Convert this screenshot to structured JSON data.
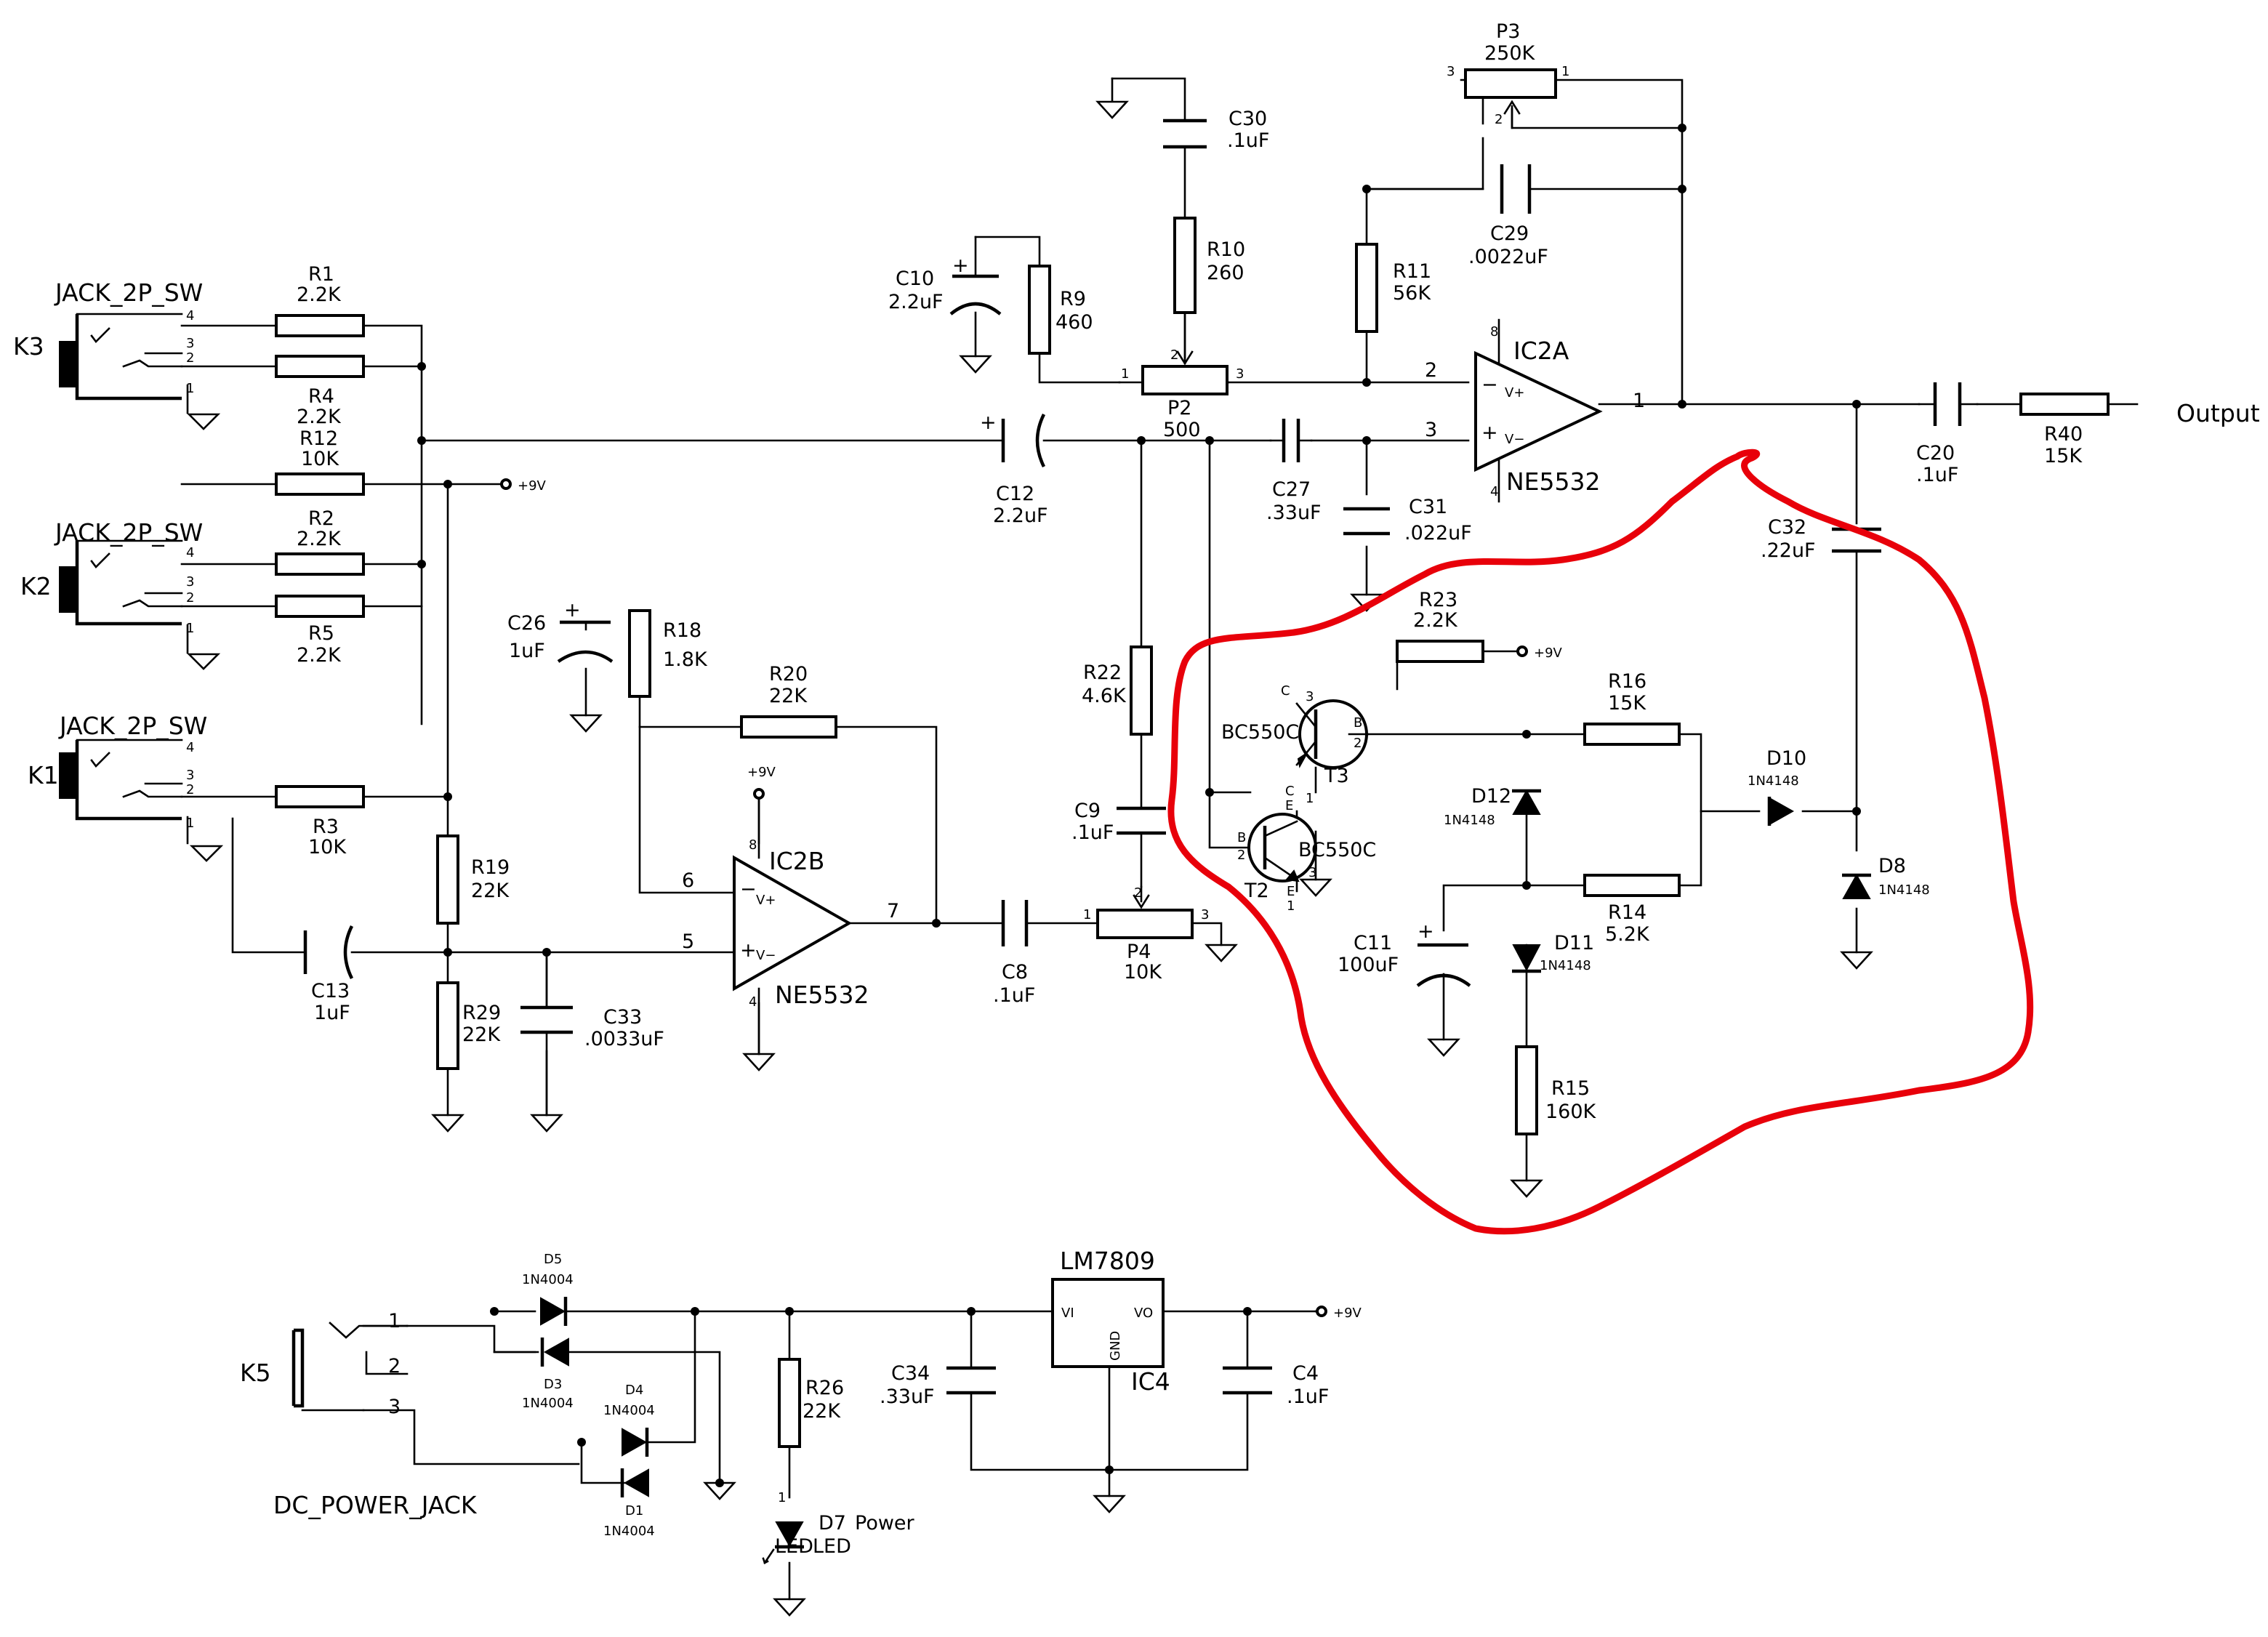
{
  "highlight_color": "#e8000a",
  "connectors": {
    "K1": {
      "ref": "K1",
      "type": "JACK_2P_SW",
      "pins": [
        "4",
        "3",
        "2",
        "1"
      ]
    },
    "K2": {
      "ref": "K2",
      "type": "JACK_2P_SW",
      "pins": [
        "4",
        "3",
        "2",
        "1"
      ]
    },
    "K3": {
      "ref": "K3",
      "type": "JACK_2P_SW",
      "pins": [
        "4",
        "3",
        "2",
        "1"
      ]
    },
    "K5": {
      "ref": "K5",
      "type": "DC_POWER_JACK",
      "pins": [
        "1",
        "2",
        "3"
      ]
    }
  },
  "resistors": {
    "R1": {
      "ref": "R1",
      "value": "2.2K"
    },
    "R2": {
      "ref": "R2",
      "value": "2.2K"
    },
    "R3": {
      "ref": "R3",
      "value": "10K"
    },
    "R4": {
      "ref": "R4",
      "value": "2.2K"
    },
    "R5": {
      "ref": "R5",
      "value": "2.2K"
    },
    "R9": {
      "ref": "R9",
      "value": "460"
    },
    "R10": {
      "ref": "R10",
      "value": "260"
    },
    "R11": {
      "ref": "R11",
      "value": "56K"
    },
    "R12": {
      "ref": "R12",
      "value": "10K"
    },
    "R14": {
      "ref": "R14",
      "value": "5.2K"
    },
    "R15": {
      "ref": "R15",
      "value": "160K"
    },
    "R16": {
      "ref": "R16",
      "value": "15K"
    },
    "R18": {
      "ref": "R18",
      "value": "1.8K"
    },
    "R19": {
      "ref": "R19",
      "value": "22K"
    },
    "R20": {
      "ref": "R20",
      "value": "22K"
    },
    "R22": {
      "ref": "R22",
      "value": "4.6K"
    },
    "R23": {
      "ref": "R23",
      "value": "2.2K"
    },
    "R26": {
      "ref": "R26",
      "value": "22K"
    },
    "R29": {
      "ref": "R29",
      "value": "22K"
    },
    "R40": {
      "ref": "R40",
      "value": "15K"
    }
  },
  "capacitors": {
    "C4": {
      "ref": "C4",
      "value": ".1uF"
    },
    "C8": {
      "ref": "C8",
      "value": ".1uF"
    },
    "C9": {
      "ref": "C9",
      "value": ".1uF"
    },
    "C10": {
      "ref": "C10",
      "value": "2.2uF"
    },
    "C11": {
      "ref": "C11",
      "value": "100uF"
    },
    "C12": {
      "ref": "C12",
      "value": "2.2uF"
    },
    "C13": {
      "ref": "C13",
      "value": "1uF"
    },
    "C20": {
      "ref": "C20",
      "value": ".1uF"
    },
    "C26": {
      "ref": "C26",
      "value": "1uF"
    },
    "C27": {
      "ref": "C27",
      "value": ".33uF"
    },
    "C29": {
      "ref": "C29",
      "value": ".0022uF"
    },
    "C30": {
      "ref": "C30",
      "value": ".1uF"
    },
    "C31": {
      "ref": "C31",
      "value": ".022uF"
    },
    "C32": {
      "ref": "C32",
      "value": ".22uF"
    },
    "C33": {
      "ref": "C33",
      "value": ".0033uF"
    },
    "C34": {
      "ref": "C34",
      "value": ".33uF"
    }
  },
  "pots": {
    "P2": {
      "ref": "P2",
      "value": "500"
    },
    "P3": {
      "ref": "P3",
      "value": "250K"
    },
    "P4": {
      "ref": "P4",
      "value": "10K"
    }
  },
  "diodes": {
    "D1": {
      "ref": "D1",
      "part": "1N4004"
    },
    "D3": {
      "ref": "D3",
      "part": "1N4004"
    },
    "D4": {
      "ref": "D4",
      "part": "1N4004"
    },
    "D5": {
      "ref": "D5",
      "part": "1N4004"
    },
    "D7": {
      "ref": "D7",
      "label": "Power",
      "part": "LED",
      "part2": "LED"
    },
    "D8": {
      "ref": "D8",
      "part": "1N4148"
    },
    "D10": {
      "ref": "D10",
      "part": "1N4148"
    },
    "D11": {
      "ref": "D11",
      "part": "1N4148"
    },
    "D12": {
      "ref": "D12",
      "part": "1N4148"
    }
  },
  "ics": {
    "IC2A": {
      "ref": "IC2A",
      "part": "NE5532"
    },
    "IC2B": {
      "ref": "IC2B",
      "part": "NE5532"
    },
    "IC4": {
      "ref": "IC4",
      "part": "LM7809",
      "vi": "VI",
      "vo": "VO",
      "gnd": "GND"
    }
  },
  "opamp_pins": {
    "plus": "+",
    "minus": "−",
    "vplus": "V+",
    "vminus": "V−",
    "ic2a": [
      "8",
      "2",
      "3",
      "1",
      "4"
    ],
    "ic2b": [
      "8",
      "6",
      "5",
      "7",
      "4"
    ]
  },
  "transistors": {
    "T2": {
      "ref": "T2",
      "part": "BC550C",
      "pins": [
        "B",
        "2",
        "E",
        "1",
        "3"
      ]
    },
    "T3": {
      "ref": "T3",
      "part": "BC550C",
      "pins": [
        "C",
        "3",
        "B",
        "2",
        "C",
        "E",
        "1"
      ]
    }
  },
  "pin_numbers": {
    "one": "1",
    "two": "2",
    "three": "3"
  },
  "rails": {
    "plus9": "+9V"
  },
  "output_label": "Output"
}
